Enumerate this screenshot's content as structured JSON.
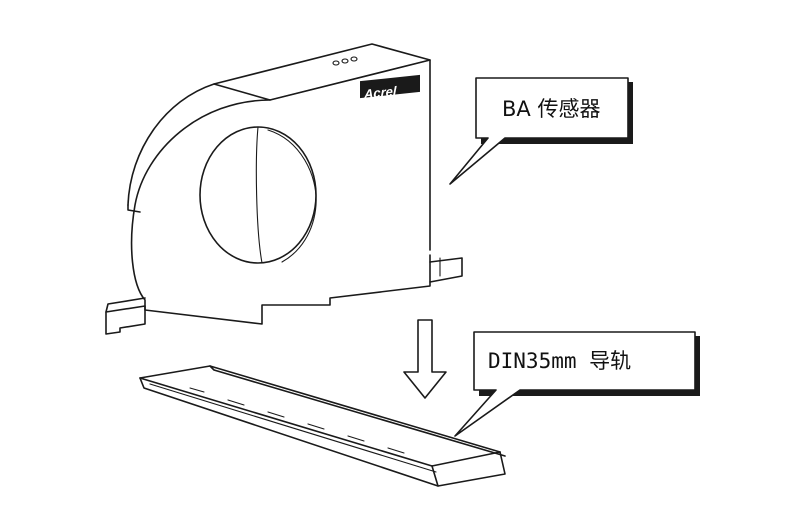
{
  "callouts": {
    "sensor_label": "BA 传感器",
    "rail_label": "DIN35mm 导轨"
  },
  "logo": {
    "brand": "Acrel"
  }
}
